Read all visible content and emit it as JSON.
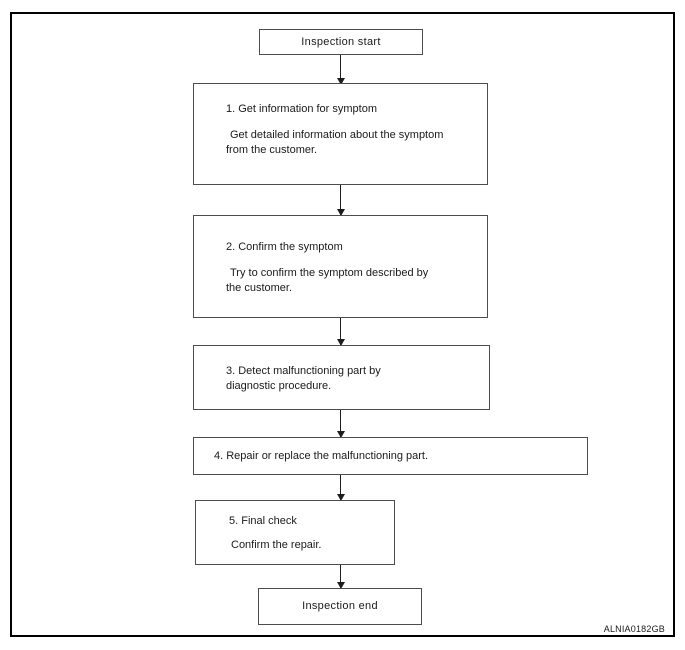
{
  "figure": {
    "code": "ALNIA0182GB"
  },
  "flowchart": {
    "start_label": "Inspection start",
    "end_label": "Inspection end",
    "steps": [
      {
        "title": "1. Get information for symptom",
        "body1": "Get detailed information about the symptom",
        "body2": "from the customer."
      },
      {
        "title": "2. Confirm the symptom",
        "body1": "Try to confirm the symptom described by",
        "body2": "the customer."
      },
      {
        "title": "3. Detect malfunctioning part by",
        "title2": "diagnostic procedure."
      },
      {
        "title": "4. Repair or replace the malfunctioning part."
      },
      {
        "title": "5. Final check",
        "body1": "Confirm the repair."
      }
    ]
  },
  "colors": {
    "box_border": "#4c4c4c",
    "frame_border": "#000000",
    "arrow": "#1c1c1c",
    "background": "#ffffff"
  }
}
